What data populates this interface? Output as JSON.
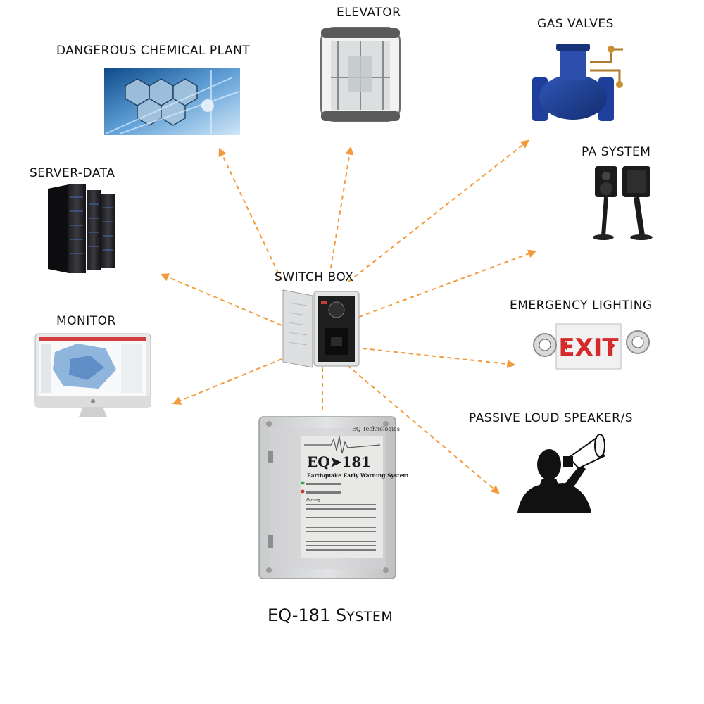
{
  "labels": {
    "dangerous_chemical_plant": "DANGEROUS CHEMICAL PLANT",
    "elevator": "ELEVATOR",
    "gas_valves": "GAS VALVES",
    "pa_system": "PA SYSTEM",
    "server_data": "SERVER-DATA",
    "switch_box": "SWITCH BOX",
    "monitor": "MONITOR",
    "emergency_lighting": "EMERGENCY LIGHTING",
    "passive_loud_speakers": "PASSIVE LOUD SPEAKER/S",
    "caption_prefix": "EQ-181",
    "caption_suffix_initial": "S",
    "caption_suffix_rest": "YSTEM"
  },
  "device": {
    "brand": "EQ Technologies",
    "model": "EQ➤181",
    "subtitle": "Earthquake Early Warning System",
    "warning_heading": "Warning",
    "exit_sign": "EXIT"
  },
  "colors": {
    "arrow": "#f39a3a",
    "text": "#111111"
  }
}
